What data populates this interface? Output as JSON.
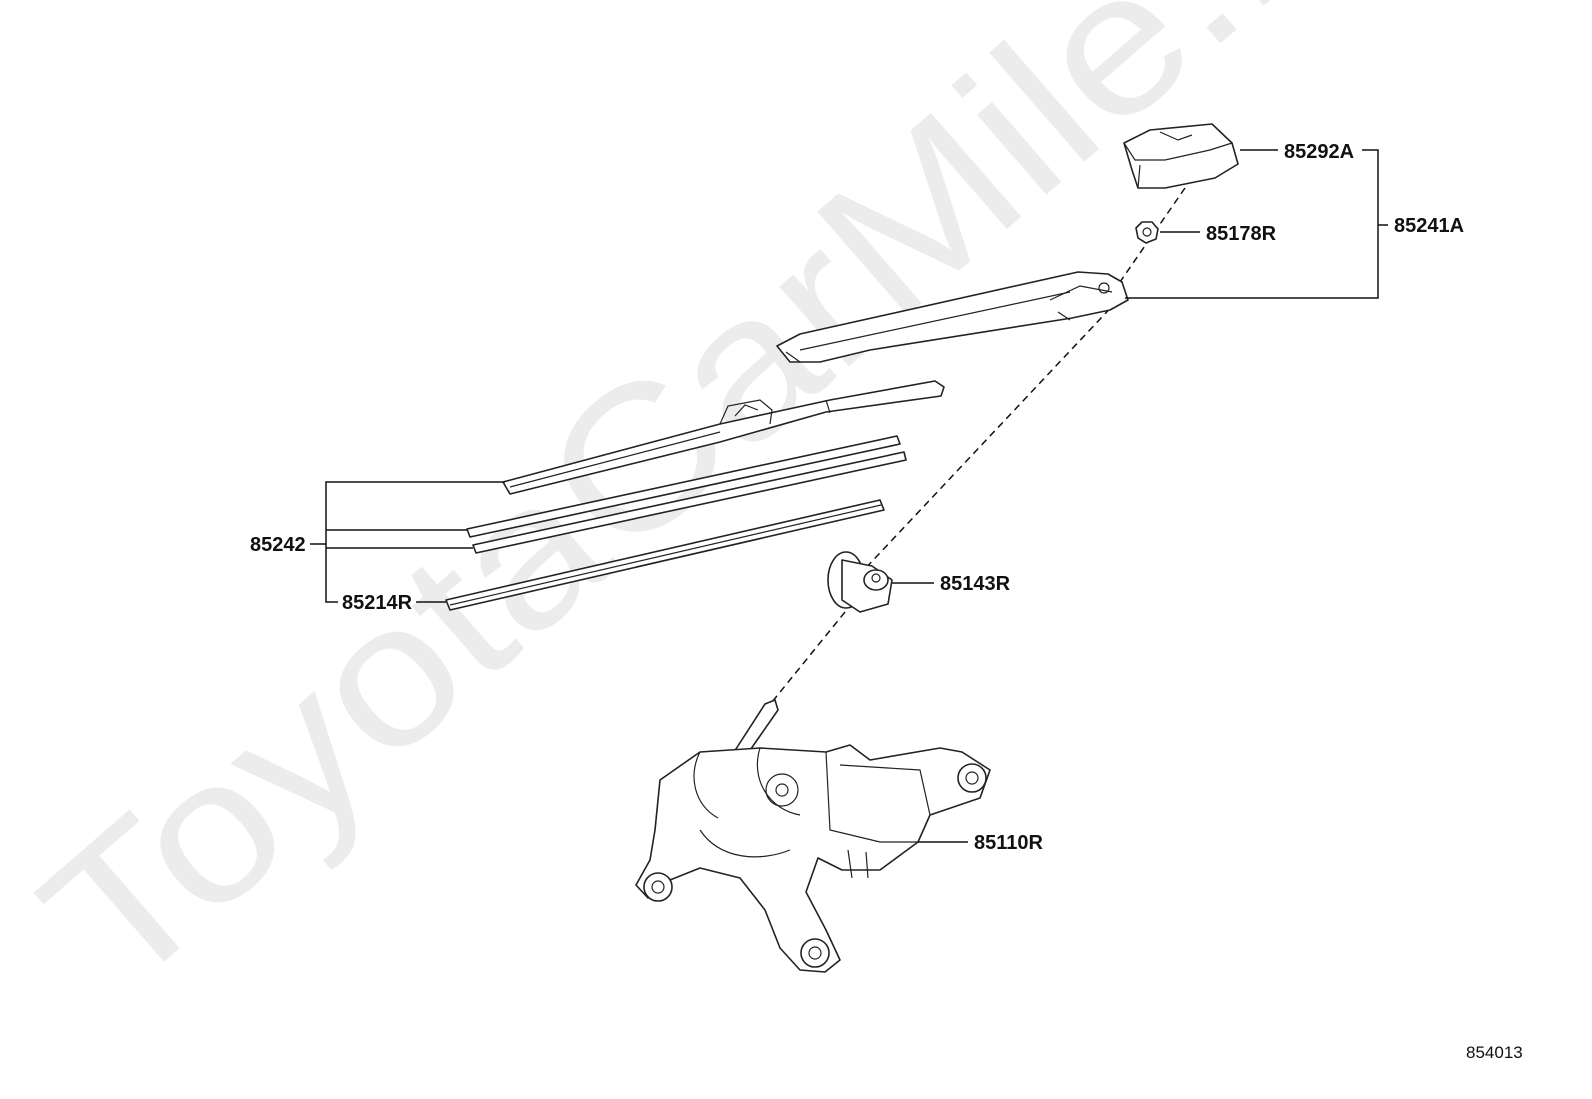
{
  "watermark": "ToyotaCarMile.ru",
  "diagram_id": "854013",
  "callouts": {
    "wiper_arm_cap": "85292A",
    "wiper_arm_assembly": "85241A",
    "arm_nut": "85178R",
    "wiper_blade_set": "85242",
    "blade_rubber": "85214R",
    "pivot_cap": "85143R",
    "wiper_motor": "85110R"
  }
}
